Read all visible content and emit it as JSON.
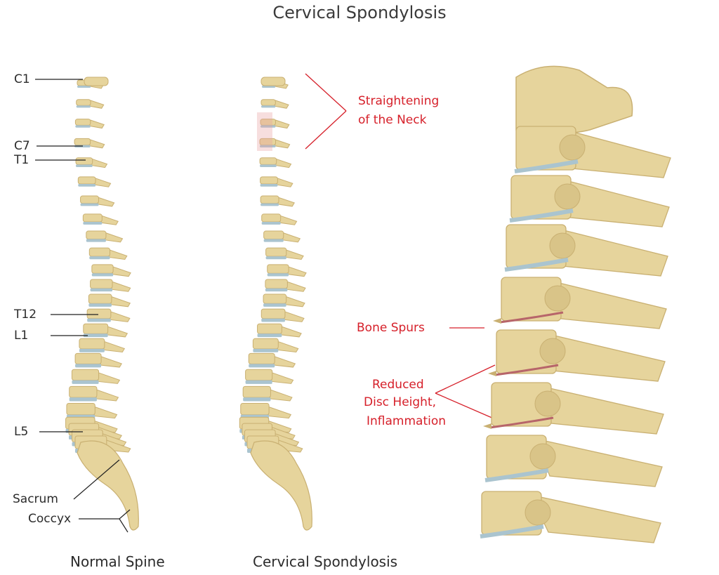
{
  "title": "Cervical Spondylosis",
  "normal_labels": [
    "C1",
    "C7",
    "T1",
    "T12",
    "L1",
    "L5",
    "Sacrum",
    "Coccyx"
  ],
  "red_labels": {
    "straightening": [
      "Straightening",
      "of the Neck"
    ],
    "bone_spurs": "Bone Spurs",
    "reduced": [
      "Reduced",
      "Disc Height,",
      "Inflammation"
    ]
  },
  "captions": {
    "normal": "Normal Spine",
    "cervical": "Cervical Spondylosis"
  },
  "colors": {
    "bone": "#e6d49c",
    "bone_dark": "#c9b072",
    "disc": "#aac4cf",
    "label_red": "#d6202a",
    "line": "#222222"
  }
}
